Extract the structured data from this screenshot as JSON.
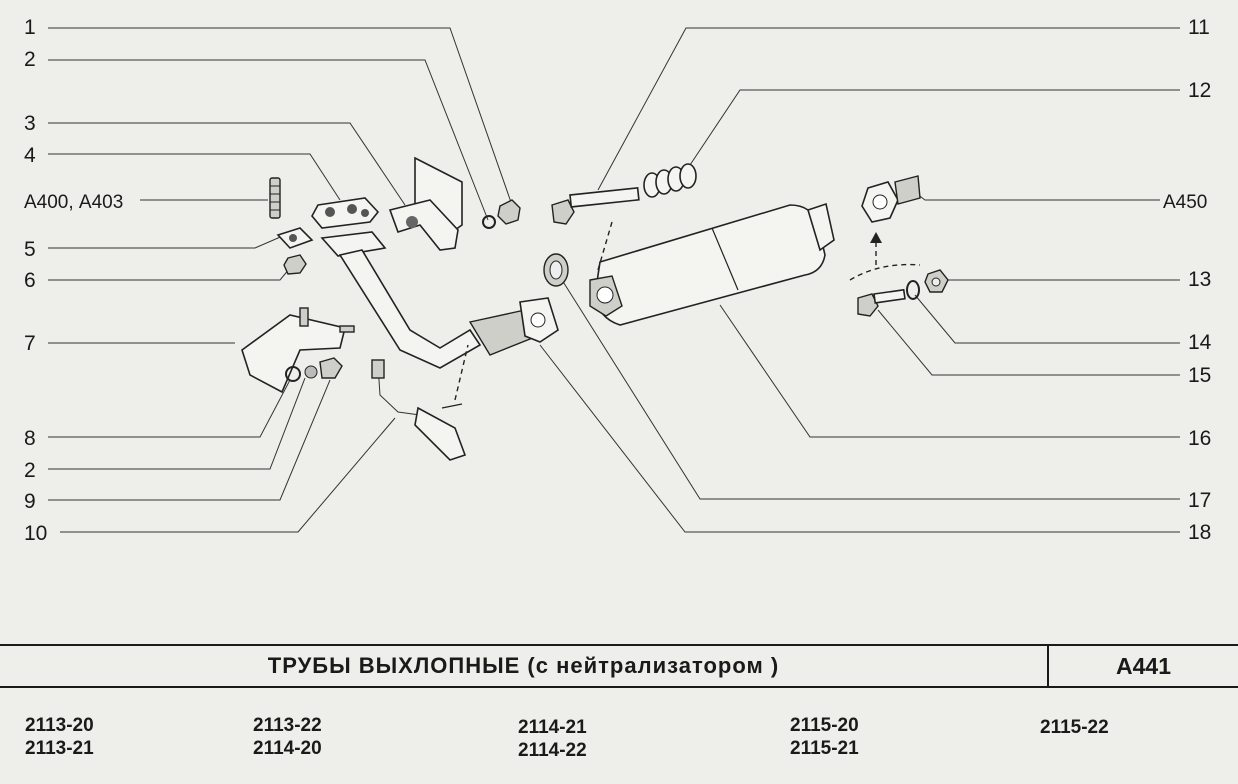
{
  "callouts": {
    "c1": "1",
    "c2a": "2",
    "c3": "3",
    "c4": "4",
    "ref_a400": "А400, А403",
    "c5": "5",
    "c6": "6",
    "c7": "7",
    "c8": "8",
    "c2b": "2",
    "c9": "9",
    "c10": "10",
    "c11": "11",
    "c12": "12",
    "ref_a450": "А450",
    "c13": "13",
    "c14": "14",
    "c15": "15",
    "c16": "16",
    "c17": "17",
    "c18": "18"
  },
  "footer": {
    "title": "ТРУБЫ  ВЫХЛОПНЫЕ  (с  нейтрализатором )",
    "code": "А441"
  },
  "models": [
    [
      "2113-20",
      "2113-21"
    ],
    [
      "2113-22",
      "2114-20"
    ],
    [
      "2114-21",
      "2114-22"
    ],
    [
      "2115-20",
      "2115-21"
    ],
    [
      "2115-22"
    ]
  ]
}
